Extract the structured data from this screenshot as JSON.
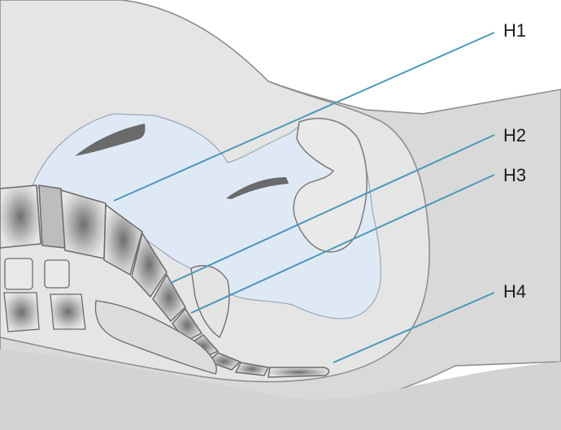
{
  "labels": {
    "h1": "H1",
    "h2": "H2",
    "h3": "H3",
    "h4": "H4"
  },
  "colors": {
    "pointer_line": "#4a98b9",
    "pelvis_cavity": "#dfe9f6",
    "body_fill": "#d9d9d9",
    "bone_fill": "#eeeeee",
    "bone_dark": "#7f7f7f",
    "outline": "#777777"
  }
}
